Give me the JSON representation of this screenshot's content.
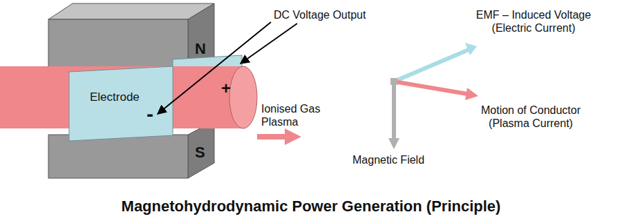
{
  "diagram": {
    "title": "Magnetohydrodynamic Power Generation (Principle)",
    "nodes": [
      {
        "text": [
          "N"
        ]
      },
      {
        "text": [
          "S"
        ]
      },
      {
        "text": [
          "+"
        ]
      },
      {
        "text": [
          "Electrode",
          "-"
        ]
      }
    ],
    "labels": [
      "DC Voltage Output",
      "Ionised Gas Plasma",
      "EMF – Induced Voltage (Electric Current)",
      "Motion of Conductor (Plasma Current)",
      "Magnetic Field"
    ]
  }
}
